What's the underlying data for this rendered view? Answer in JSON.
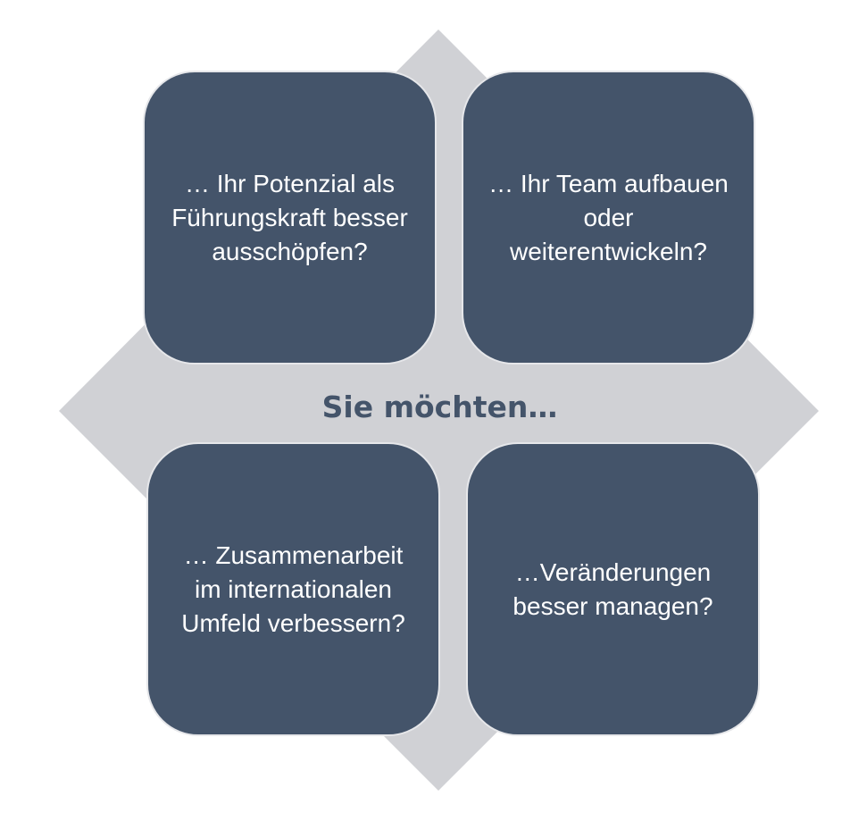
{
  "center_label": "Sie möchten…",
  "boxes": [
    {
      "text": "… Ihr Potenzial als Führungskraft besser ausschöpfen?"
    },
    {
      "text": "… Ihr Team aufbauen oder weiterentwickeln?"
    },
    {
      "text": "… Zusammenarbeit im internationalen Umfeld verbessern?"
    },
    {
      "text": "…Veränderungen besser managen?"
    }
  ],
  "colors": {
    "box": "#44546a",
    "diamond": "#d0d1d5",
    "text": "#44546a"
  }
}
